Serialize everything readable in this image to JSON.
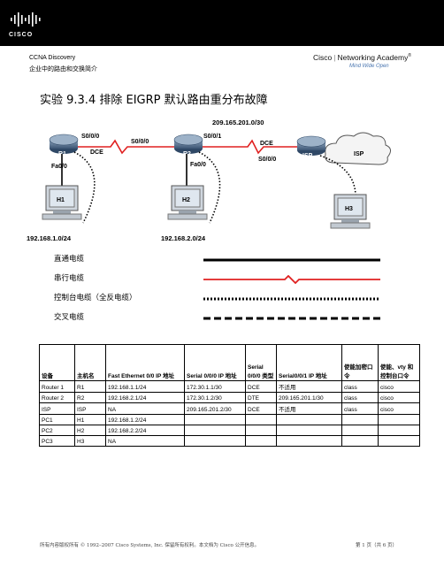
{
  "header": {
    "logo_text": "CISCO",
    "course": "CCNA Discovery",
    "course_sub": "企业中的路由和交换简介",
    "brand_cisco": "Cisco",
    "brand_na": "Networking Academy",
    "tagline": "Mind Wide Open"
  },
  "title": "实验 9.3.4 排除 EIGRP 默认路由重分布故障",
  "topology": {
    "network_top": "209.165.201.0/30",
    "r1": "R1",
    "r2": "R2",
    "isp": "ISP",
    "h1": "H1",
    "h2": "H2",
    "h3": "H3",
    "r1_s000": "S0/0/0",
    "r1_dce": "DCE",
    "r1_fa": "Fa0/0",
    "r2_s000": "S0/0/0",
    "r2_s001": "S0/0/1",
    "r2_fa": "Fa0/0",
    "isp_dce": "DCE",
    "isp_s000": "S0/0/0",
    "net1": "192.168.1.0/24",
    "net2": "192.168.2.0/24"
  },
  "legend": {
    "straight": "直通电缆",
    "serial": "串行电缆",
    "console": "控制台电缆（全反电缆）",
    "crossover": "交叉电缆"
  },
  "table": {
    "headers": [
      "设备",
      "主机名",
      "Fast Ethernet 0/0 IP 地址",
      "Serial 0/0/0 IP 地址",
      "Serial 0/0/0 类型",
      "Serial0/0/1 IP 地址",
      "使能加密口令",
      "使能、vty 和控制台口令"
    ],
    "rows": [
      [
        "Router 1",
        "R1",
        "192.168.1.1/24",
        "172.30.1.1/30",
        "DCE",
        "不适用",
        "class",
        "cisco"
      ],
      [
        "Router 2",
        "R2",
        "192.168.2.1/24",
        "172.30.1.2/30",
        "DTE",
        "209.165.201.1/30",
        "class",
        "cisco"
      ],
      [
        "ISP",
        "ISP",
        "NA",
        "209.165.201.2/30",
        "DCE",
        "不适用",
        "class",
        "cisco"
      ],
      [
        "PC1",
        "H1",
        "192.168.1.2/24",
        "",
        "",
        "",
        "",
        ""
      ],
      [
        "PC2",
        "H2",
        "192.168.2.2/24",
        "",
        "",
        "",
        "",
        ""
      ],
      [
        "PC3",
        "H3",
        "NA",
        "",
        "",
        "",
        "",
        ""
      ]
    ]
  },
  "footer": {
    "left": "所有内容版权所有 © 1992–2007 Cisco Systems, Inc. 保留所有权利。本文档为 Cisco 公开信息。",
    "right": "第 1 页（共 6 页）"
  }
}
